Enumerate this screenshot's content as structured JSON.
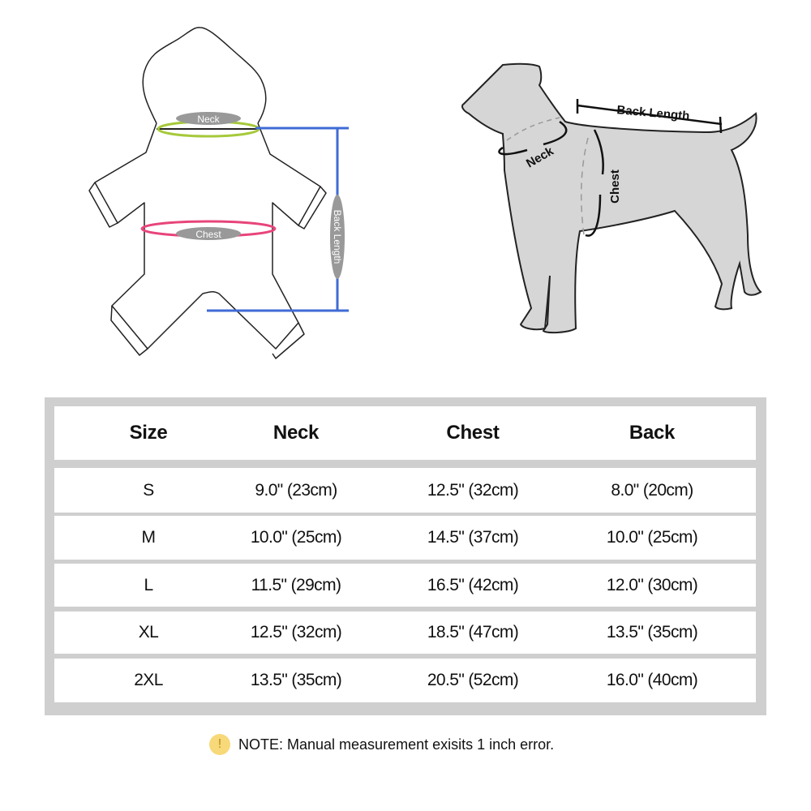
{
  "hoodie_diagram": {
    "labels": {
      "neck": "Neck",
      "chest": "Chest",
      "back_length": "Back Length"
    },
    "colors": {
      "neck_ring": "#a6c93a",
      "chest_ring": "#e8447a",
      "back_line": "#3f6bd6",
      "label_pill": "#999999"
    }
  },
  "dog_diagram": {
    "labels": {
      "back_length": "Back Length",
      "neck": "Neck",
      "chest": "Chest"
    },
    "colors": {
      "body_fill": "#d6d6d6",
      "outline": "#222222"
    }
  },
  "size_table": {
    "headers": [
      "Size",
      "Neck",
      "Chest",
      "Back"
    ],
    "rows": [
      {
        "size": "S",
        "neck": "9.0\" (23cm)",
        "chest": "12.5\" (32cm)",
        "back": "8.0\" (20cm)"
      },
      {
        "size": "M",
        "neck": "10.0\" (25cm)",
        "chest": "14.5\" (37cm)",
        "back": "10.0\" (25cm)"
      },
      {
        "size": "L",
        "neck": "11.5\" (29cm)",
        "chest": "16.5\" (42cm)",
        "back": "12.0\" (30cm)"
      },
      {
        "size": "XL",
        "neck": "12.5\" (32cm)",
        "chest": "18.5\" (47cm)",
        "back": "13.5\" (35cm)"
      },
      {
        "size": "2XL",
        "neck": "13.5\" (35cm)",
        "chest": "20.5\" (52cm)",
        "back": "16.0\" (40cm)"
      }
    ],
    "colors": {
      "frame": "#cfcfcf",
      "cell": "#ffffff"
    }
  },
  "note": {
    "icon": "exclamation-icon",
    "icon_glyph": "!",
    "text": "NOTE: Manual measurement exisits 1 inch error."
  }
}
